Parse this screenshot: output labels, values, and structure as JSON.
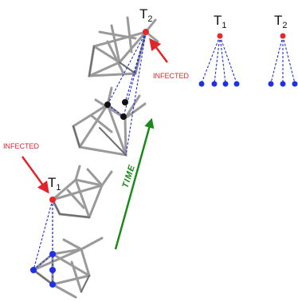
{
  "labels": {
    "t_base": "T",
    "t1_sub": "1",
    "t2_sub": "2",
    "infected_top": "INFECTED",
    "infected_left": "INFECTED",
    "time": "TIME"
  },
  "colors": {
    "infected_node": "#e8262b",
    "blue_node": "#1f32e0",
    "black_node": "#111111",
    "arrow_red": "#e0262b",
    "arrow_green": "#1a8a1a",
    "dashed_line": "#1f2fd0"
  },
  "icons": {
    "infected_arrow": "arrow-icon",
    "time_arrow": "arrow-icon"
  }
}
